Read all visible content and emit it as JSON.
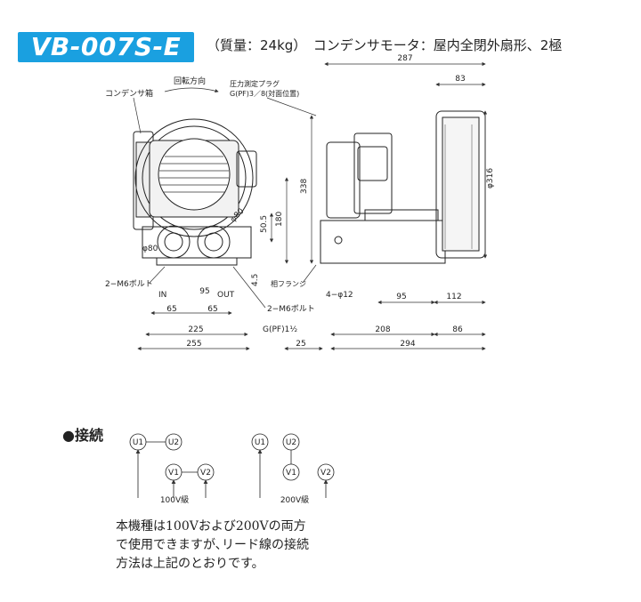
{
  "title": {
    "model": "VB-007S-E",
    "spec": "（質量：24kg）　コンデンサモータ：屋内全閉外扇形、2極"
  },
  "labels": {
    "rotation": "回転方向",
    "capacitor_box": "コンデンサ箱",
    "pressure_plug_1": "圧力測定プラグ",
    "pressure_plug_2": "G(PF)3／8(対面位置)",
    "bolt_left": "2−M6ボルト",
    "in": "IN",
    "out": "OUT",
    "flange": "相フランジ",
    "bolt_right": "2−M6ボルト",
    "pipe": "G(PF)1½",
    "holes": "4−φ12"
  },
  "dims": {
    "d287": "287",
    "d83": "83",
    "d316": "φ316",
    "d338": "338",
    "d180": "180",
    "d50_5": "50.5",
    "d4_5": "4.5",
    "d80a": "φ80",
    "d80b": "φ80",
    "d95l": "95",
    "d65a": "65",
    "d65b": "65",
    "d225": "225",
    "d255": "255",
    "d25": "25",
    "d95r": "95",
    "d112": "112",
    "d208": "208",
    "d86": "86",
    "d294": "294"
  },
  "connection": {
    "heading": "●接続",
    "left": {
      "u1": "U1",
      "u2": "U2",
      "v1": "V1",
      "v2": "V2",
      "caption": "100V級"
    },
    "right": {
      "u1": "U1",
      "u2": "U2",
      "v1": "V1",
      "v2": "V2",
      "caption": "200V級"
    },
    "note_lines": [
      "本機種は100Vおよび200Vの両方",
      "で使用できますが､リード線の接続",
      "方法は上記のとおりです。"
    ]
  }
}
